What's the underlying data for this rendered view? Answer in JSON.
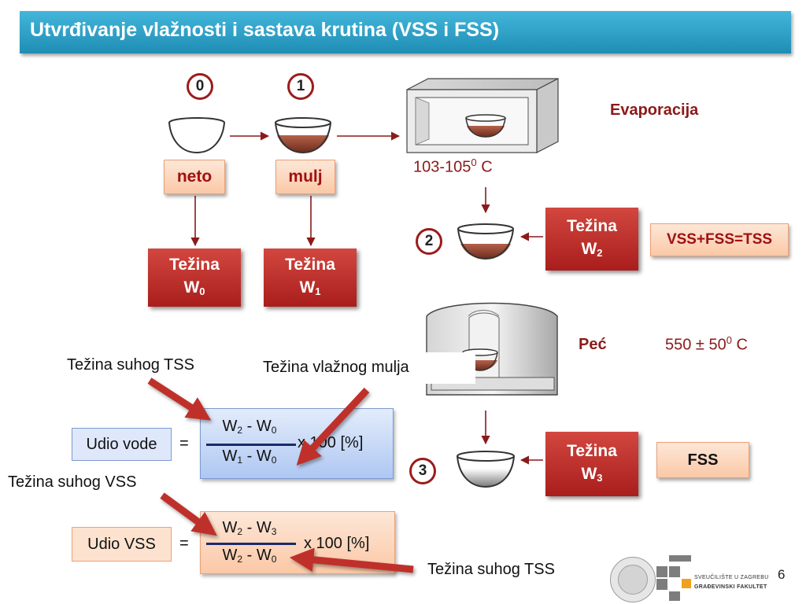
{
  "title": "Utvrđivanje vlažnosti i sastava krutina  (VSS i FSS)",
  "steps": {
    "s0": "0",
    "s1": "1",
    "s2": "2",
    "s3": "3"
  },
  "labels": {
    "neto": "neto",
    "mulj": "mulj",
    "evaporacija": "Evaporacija",
    "pec": "Peć",
    "vss_fss_tss": "VSS+FSS=TSS",
    "fss": "FSS"
  },
  "temps": {
    "evap_main": "103-105",
    "evap_sup": "0",
    "evap_unit": " C",
    "pec_main": "550 ± 50",
    "pec_sup": "0",
    "pec_unit": " C"
  },
  "weights": {
    "tezina": "Težina",
    "w_letter": "W",
    "w0_sub": "0",
    "w1_sub": "1",
    "w2_sub": "2",
    "w3_sub": "3"
  },
  "annotations": {
    "tezina_suhog_tss": "Težina suhog TSS",
    "tezina_vlaznog_mulja": "Težina vlažnog  mulja",
    "tezina_suhog_vss": "Težina suhog VSS",
    "tezina_suhog_tss_2": "Težina suhog TSS"
  },
  "formula1": {
    "label": "Udio vode",
    "equals": "=",
    "num_a": "W",
    "num_a_sub": "2",
    "num_op": " - W",
    "num_b_sub": "0",
    "den_a": "W",
    "den_a_sub": "1",
    "den_op": " - W",
    "den_b_sub": "0",
    "multiplier": "x 100 [%]"
  },
  "formula2": {
    "label": "Udio VSS",
    "equals": "=",
    "num_a": "W",
    "num_a_sub": "2",
    "num_op": " - W",
    "num_b_sub": "3",
    "den_a": "W",
    "den_a_sub": "2",
    "den_op": " - W",
    "den_b_sub": "0",
    "multiplier": "x 100 [%]"
  },
  "logo": {
    "line1": "SVEUČILIŠTE U ZAGREBU",
    "line2": "GRAĐEVINSKI FAKULTET"
  },
  "page_number": "6",
  "colors": {
    "title_bar": "#2fa3cc",
    "dark_red": "#9b1c1c",
    "red_box": "#b92a26",
    "orange_box": "#fbc8a6",
    "blue_box": "#c4d6f6",
    "arrow_red": "#c0302b"
  }
}
